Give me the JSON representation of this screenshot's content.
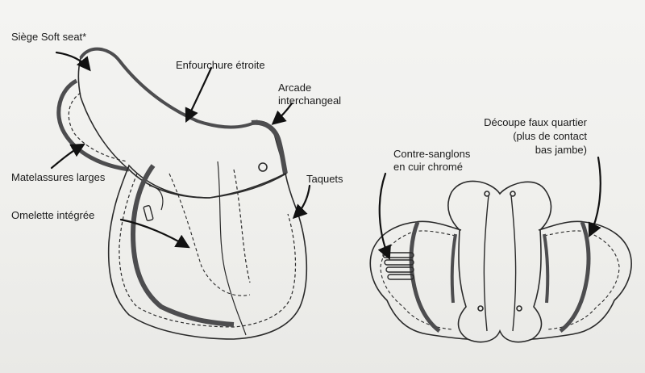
{
  "labels": {
    "siege_soft_seat": "Siège Soft seat*",
    "enfourchure": "Enfourchure étroite",
    "arcade_line1": "Arcade",
    "arcade_line2": "interchangeal",
    "matelassures": "Matelassures larges",
    "taquets": "Taquets",
    "omelette": "Omelette intégrée",
    "contre_sanglons_line1": "Contre-sanglons",
    "contre_sanglons_line2": "en cuir chromé",
    "decoupe_line1": "Découpe faux quartier",
    "decoupe_line2": "(plus de contact",
    "decoupe_line3": "bas jambe)"
  },
  "colors": {
    "ink": "#2a2a2a",
    "leather_dark": "#4d4d4f",
    "paper": "#f2f2f0"
  }
}
